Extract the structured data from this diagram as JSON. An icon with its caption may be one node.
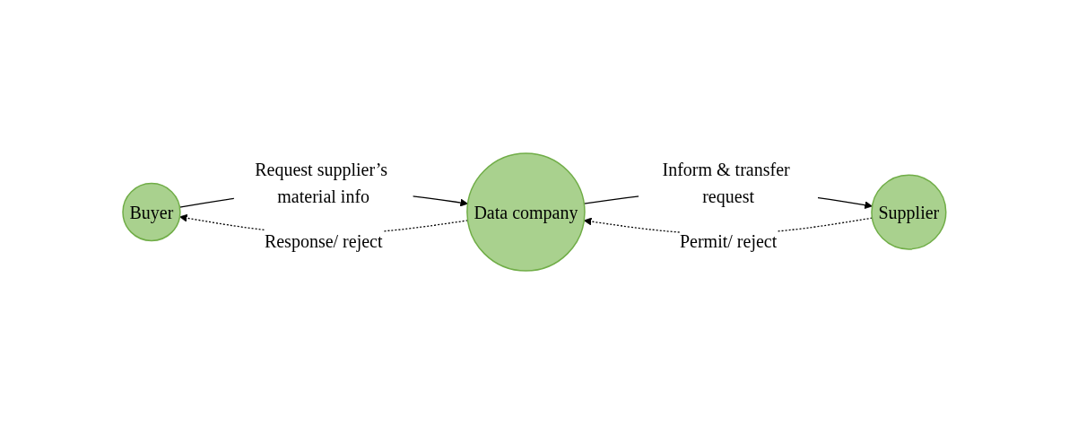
{
  "diagram": {
    "nodes": [
      {
        "text": [
          "Buyer"
        ]
      },
      {
        "text": [
          "Data company"
        ]
      },
      {
        "text": [
          "Supplier"
        ]
      }
    ],
    "edges": [
      {
        "from": 0,
        "to": 1,
        "arrow": "to",
        "label": "Request supplier’s material info"
      },
      {
        "from": 1,
        "to": 2,
        "arrow": "to",
        "label": "Inform & transfer request"
      },
      {
        "from": 2,
        "to": 1,
        "arrow": "to",
        "label": "Permit/ reject",
        "style": "dashed"
      },
      {
        "from": 1,
        "to": 0,
        "arrow": "to",
        "label": "Response/ reject",
        "style": "dashed"
      }
    ]
  }
}
